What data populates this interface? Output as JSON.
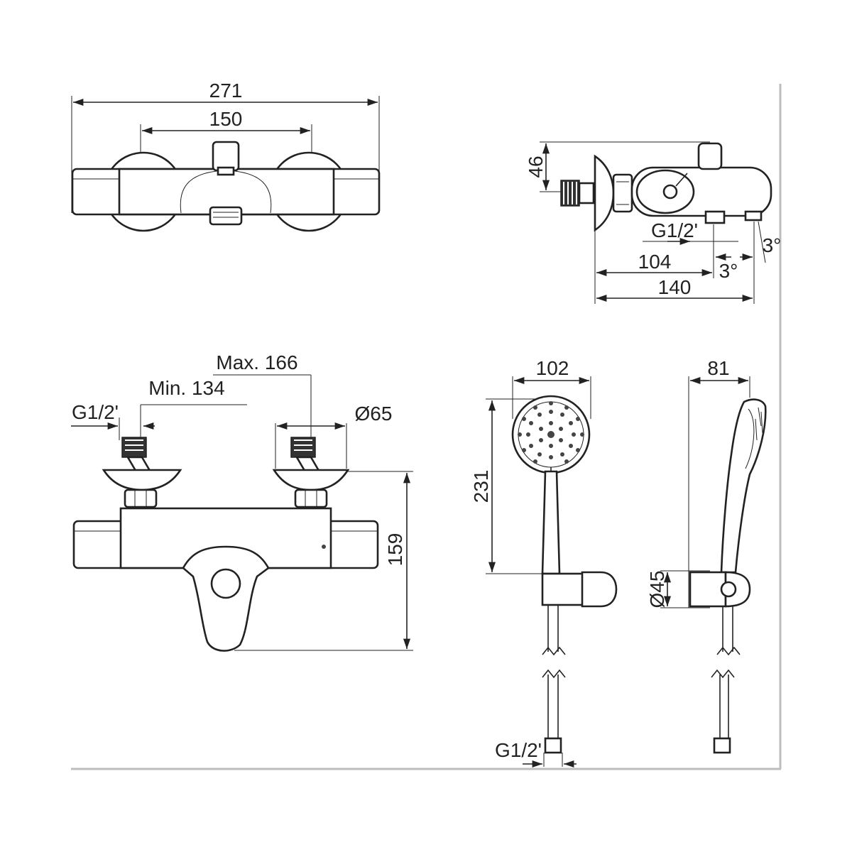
{
  "labels": {
    "top_overall_width": "271",
    "top_inlet_spacing": "150",
    "side_height": "46",
    "side_thread": "G1/2'",
    "side_angle_upper": "3°",
    "side_depth_inner": "104",
    "side_angle_lower": "3°",
    "side_depth_total": "140",
    "front_max": "Max. 166",
    "front_min": "Min. 134",
    "front_thread": "G1/2'",
    "front_flange_dia": "Ø65",
    "front_height": "159",
    "handshower_head_width": "102",
    "handshower_length": "231",
    "handshower_thread": "G1/2'",
    "handshower_side_width": "81",
    "holder_dia": "Ø45"
  },
  "colors": {
    "line": "#222222",
    "frame": "#bdbdbd",
    "background": "#ffffff"
  }
}
